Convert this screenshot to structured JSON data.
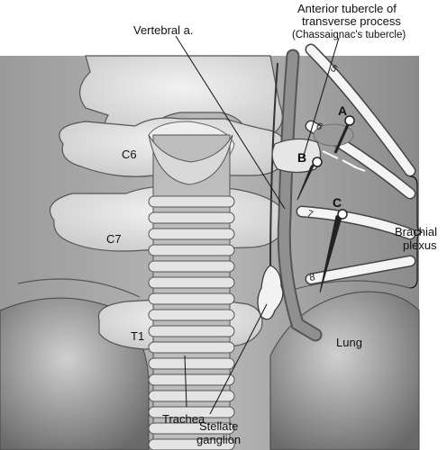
{
  "labels": {
    "vertebral": "Vertebral a.",
    "tubercle_line1": "Anterior tubercle of",
    "tubercle_line2": "transverse process",
    "tubercle_line3": "(Chassaignac's tubercle)",
    "c6": "C6",
    "c7": "C7",
    "t1": "T1",
    "brachial_line1": "Brachial",
    "brachial_line2": "plexus",
    "lung": "Lung",
    "trachea": "Trachea",
    "stellate_line1": "Stellate",
    "stellate_line2": "ganglion"
  },
  "needles": {
    "a": "A",
    "b": "B",
    "c": "C"
  },
  "nerve_roots": {
    "r5": "5",
    "r6": "6",
    "r7": "7",
    "r8": "8"
  }
}
